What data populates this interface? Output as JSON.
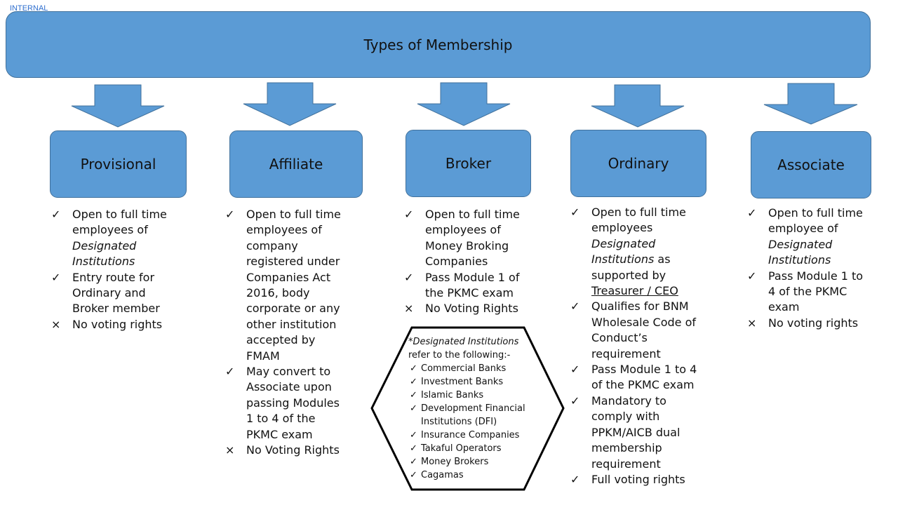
{
  "corner_label": "INTERNAL",
  "title": "Types of Membership",
  "colors": {
    "box_fill": "#5b9bd5",
    "box_border": "#41719c"
  },
  "check_mark": "✓",
  "cross_mark": "×",
  "types": [
    {
      "label": "Provisional",
      "items": [
        {
          "mark": "check",
          "parts": [
            {
              "t": "Open to full time employees of "
            },
            {
              "t": "Designated Institutions",
              "i": true
            }
          ]
        },
        {
          "mark": "check",
          "parts": [
            {
              "t": "Entry route for Ordinary and Broker member"
            }
          ]
        },
        {
          "mark": "cross",
          "parts": [
            {
              "t": "No voting rights"
            }
          ]
        }
      ]
    },
    {
      "label": "Affiliate",
      "items": [
        {
          "mark": "check",
          "parts": [
            {
              "t": "Open to full time employees of company registered under Companies Act 2016, body corporate or any other institution accepted by FMAM"
            }
          ]
        },
        {
          "mark": "check",
          "parts": [
            {
              "t": "May convert to Associate upon passing Modules 1 to 4 of the PKMC exam"
            }
          ]
        },
        {
          "mark": "cross",
          "parts": [
            {
              "t": "No Voting Rights"
            }
          ]
        }
      ]
    },
    {
      "label": "Broker",
      "items": [
        {
          "mark": "check",
          "parts": [
            {
              "t": "Open to full time employees of Money Broking Companies"
            }
          ]
        },
        {
          "mark": "check",
          "parts": [
            {
              "t": "Pass Module 1 of the PKMC exam"
            }
          ]
        },
        {
          "mark": "cross",
          "parts": [
            {
              "t": "No Voting Rights"
            }
          ]
        }
      ]
    },
    {
      "label": "Ordinary",
      "items": [
        {
          "mark": "check",
          "parts": [
            {
              "t": "Open to full time employees "
            },
            {
              "t": "Designated Institutions",
              "i": true
            },
            {
              "t": " as supported by "
            },
            {
              "t": "Treasurer / CEO",
              "u": true
            }
          ]
        },
        {
          "mark": "check",
          "parts": [
            {
              "t": "Qualifies for BNM Wholesale Code of Conduct’s requirement"
            }
          ]
        },
        {
          "mark": "check",
          "parts": [
            {
              "t": "Pass Module 1 to 4 of the PKMC exam"
            }
          ]
        },
        {
          "mark": "check",
          "parts": [
            {
              "t": "Mandatory to comply with PPKM/AICB dual membership requirement"
            }
          ]
        },
        {
          "mark": "check",
          "parts": [
            {
              "t": "Full voting rights"
            }
          ]
        }
      ]
    },
    {
      "label": "Associate",
      "items": [
        {
          "mark": "check",
          "parts": [
            {
              "t": "Open to full time employee of "
            },
            {
              "t": "Designated Institutions",
              "i": true
            }
          ]
        },
        {
          "mark": "check",
          "parts": [
            {
              "t": "Pass Module 1 to 4 of the PKMC exam"
            }
          ]
        },
        {
          "mark": "cross",
          "parts": [
            {
              "t": "No voting rights"
            }
          ]
        }
      ]
    }
  ],
  "note": {
    "prefix": "*",
    "heading_italic": "Designated Institutions",
    "heading_rest": "refer to the following:-",
    "items": [
      "Commercial Banks",
      "Investment Banks",
      "Islamic Banks",
      "Development Financial Institutions (DFI)",
      "Insurance Companies",
      "Takaful Operators",
      "Money Brokers",
      "Cagamas"
    ]
  }
}
